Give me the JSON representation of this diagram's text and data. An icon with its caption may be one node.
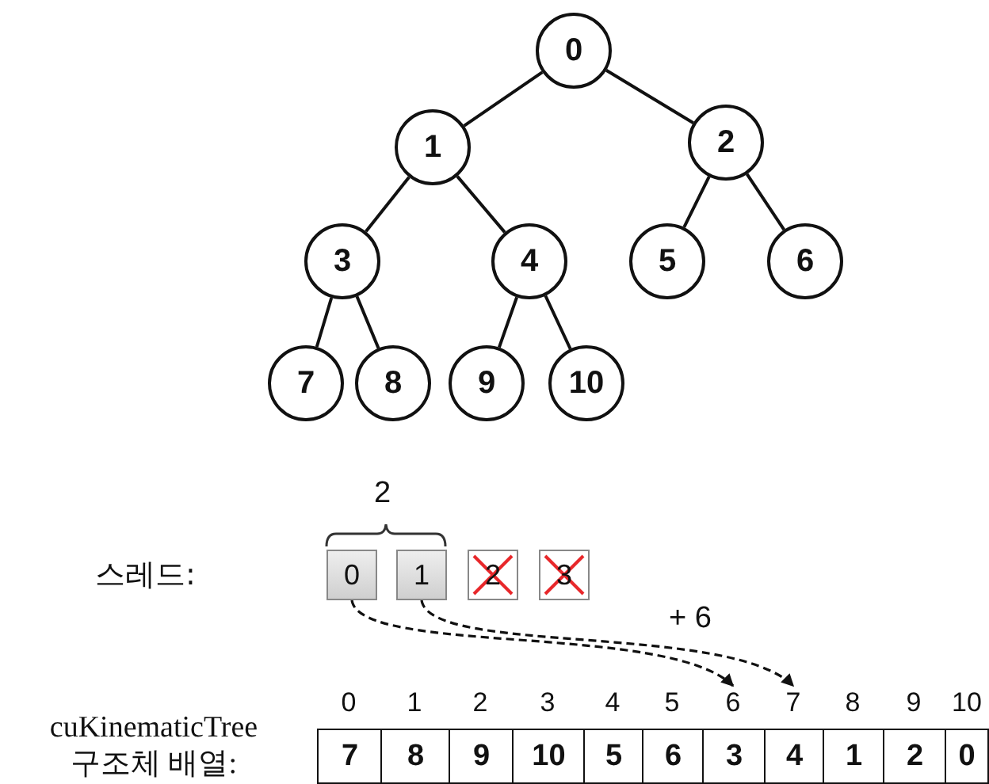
{
  "diagram": {
    "nodes": [
      {
        "text": [
          "0"
        ]
      },
      {
        "text": [
          "1"
        ]
      },
      {
        "text": [
          "2"
        ]
      },
      {
        "text": [
          "3"
        ]
      },
      {
        "text": [
          "4"
        ]
      },
      {
        "text": [
          "5"
        ]
      },
      {
        "text": [
          "6"
        ]
      },
      {
        "text": [
          "7"
        ]
      },
      {
        "text": [
          "8"
        ]
      },
      {
        "text": [
          "9"
        ]
      },
      {
        "text": [
          "10"
        ]
      },
      {
        "text": [
          "0"
        ]
      },
      {
        "text": [
          "1"
        ]
      },
      {
        "text": [
          "2"
        ]
      },
      {
        "text": [
          "3"
        ]
      },
      {
        "text": [
          "7"
        ],
        "beside": [
          "0"
        ]
      },
      {
        "text": [
          "8"
        ],
        "beside": [
          "1"
        ]
      },
      {
        "text": [
          "9"
        ],
        "beside": [
          "2"
        ]
      },
      {
        "text": [
          "10"
        ],
        "beside": [
          "3"
        ]
      },
      {
        "text": [
          "5"
        ],
        "beside": [
          "4"
        ]
      },
      {
        "text": [
          "6"
        ],
        "beside": [
          "5"
        ]
      },
      {
        "text": [
          "3"
        ],
        "beside": [
          "6"
        ]
      },
      {
        "text": [
          "4"
        ],
        "beside": [
          "7"
        ]
      },
      {
        "text": [
          "1"
        ],
        "beside": [
          "8"
        ]
      },
      {
        "text": [
          "2"
        ],
        "beside": [
          "9"
        ]
      },
      {
        "text": [
          "0"
        ],
        "beside": [
          "10"
        ]
      }
    ],
    "edges": [
      {
        "from": 0,
        "to": 1,
        "arrow": "none"
      },
      {
        "from": 0,
        "to": 2,
        "arrow": "none"
      },
      {
        "from": 1,
        "to": 3,
        "arrow": "none"
      },
      {
        "from": 1,
        "to": 4,
        "arrow": "none"
      },
      {
        "from": 2,
        "to": 5,
        "arrow": "none"
      },
      {
        "from": 2,
        "to": 6,
        "arrow": "none"
      },
      {
        "from": 3,
        "to": 7,
        "arrow": "none"
      },
      {
        "from": 3,
        "to": 8,
        "arrow": "none"
      },
      {
        "from": 4,
        "to": 9,
        "arrow": "none"
      },
      {
        "from": 4,
        "to": 10,
        "arrow": "none"
      },
      {
        "from": 11,
        "to": 21,
        "arrow": "to",
        "style": "dashed"
      },
      {
        "from": 12,
        "to": 22,
        "arrow": "to",
        "style": "dashed",
        "label": "+ 6"
      }
    ],
    "labels": [
      "2",
      "스레드:",
      "cuKinematicTree 구조체 배열:"
    ]
  }
}
